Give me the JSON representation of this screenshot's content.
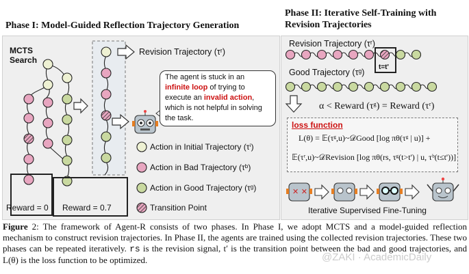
{
  "phase1": {
    "title": "Phase I: Model-Guided Reflection Trajectory Generation",
    "mcts_label_line1": "MCTS",
    "mcts_label_line2": "Search",
    "revision_label": "Revision Trajectory (τʳ)",
    "bubble": {
      "t1": "The agent is stuck in an ",
      "h1": "infinite loop",
      "t2": " of trying to execute an ",
      "h2": "invalid action",
      "t3": ", which is not helpful in solving the task."
    },
    "legend": {
      "initial": "Action in Initial Trajectory (τⁱ)",
      "bad": "Action in Bad Trajectory (τᵇ)",
      "good": "Action in Good Trajectory (τᵍ)",
      "transition": "Transition Point"
    },
    "reward_zero": "Reward = 0",
    "reward_high": "Reward = 0.7"
  },
  "phase2": {
    "title_line1": "Phase II: Iterative Self-Training with",
    "title_line2": "Revision Trajectories",
    "revision_label": "Revision Trajectory (τʳ)",
    "good_label": "Good Trajectory (τᵍ)",
    "t_marker": "t=t'",
    "condition": "α < Reward (τᵍ) = Reward (τʳ)",
    "loss_title": "loss function",
    "formula1": "L(θ) = 𝔼(τᵍ,u)~𝒟Good [log πθ(τᵍ | u)] +",
    "formula2": "𝔼(τʳ,u)~𝒟Revision [log πθ(rs, τᵍ(t>t') | u, τᵇ(t≤t'))]",
    "fine_tuning_label": "Iterative Supervised Fine-Tuning"
  },
  "caption": {
    "figure_label": "Figure",
    "number": " 2",
    "text1": ": The framework of Agent-R consists of two phases. In Phase I, we adopt MCTS and a model-guided reflection mechanism to construct revision trajectories. In Phase II, the agents are trained using the collected revision trajectories. These two phases can be repeated iteratively. ",
    "rs": "rs",
    "text2": " is the revision signal, t′ is the transition point between the bad and good trajectories, and L(θ) is the loss function to be optimized."
  },
  "watermark": "@ZAKI · AcademicDaily",
  "colors": {
    "initial_node": "#eef1d3",
    "bad_node": "#e8a6c0",
    "good_node": "#c9d9a0",
    "highlight_red": "#cc1111",
    "panel_bg": "#efefef"
  }
}
